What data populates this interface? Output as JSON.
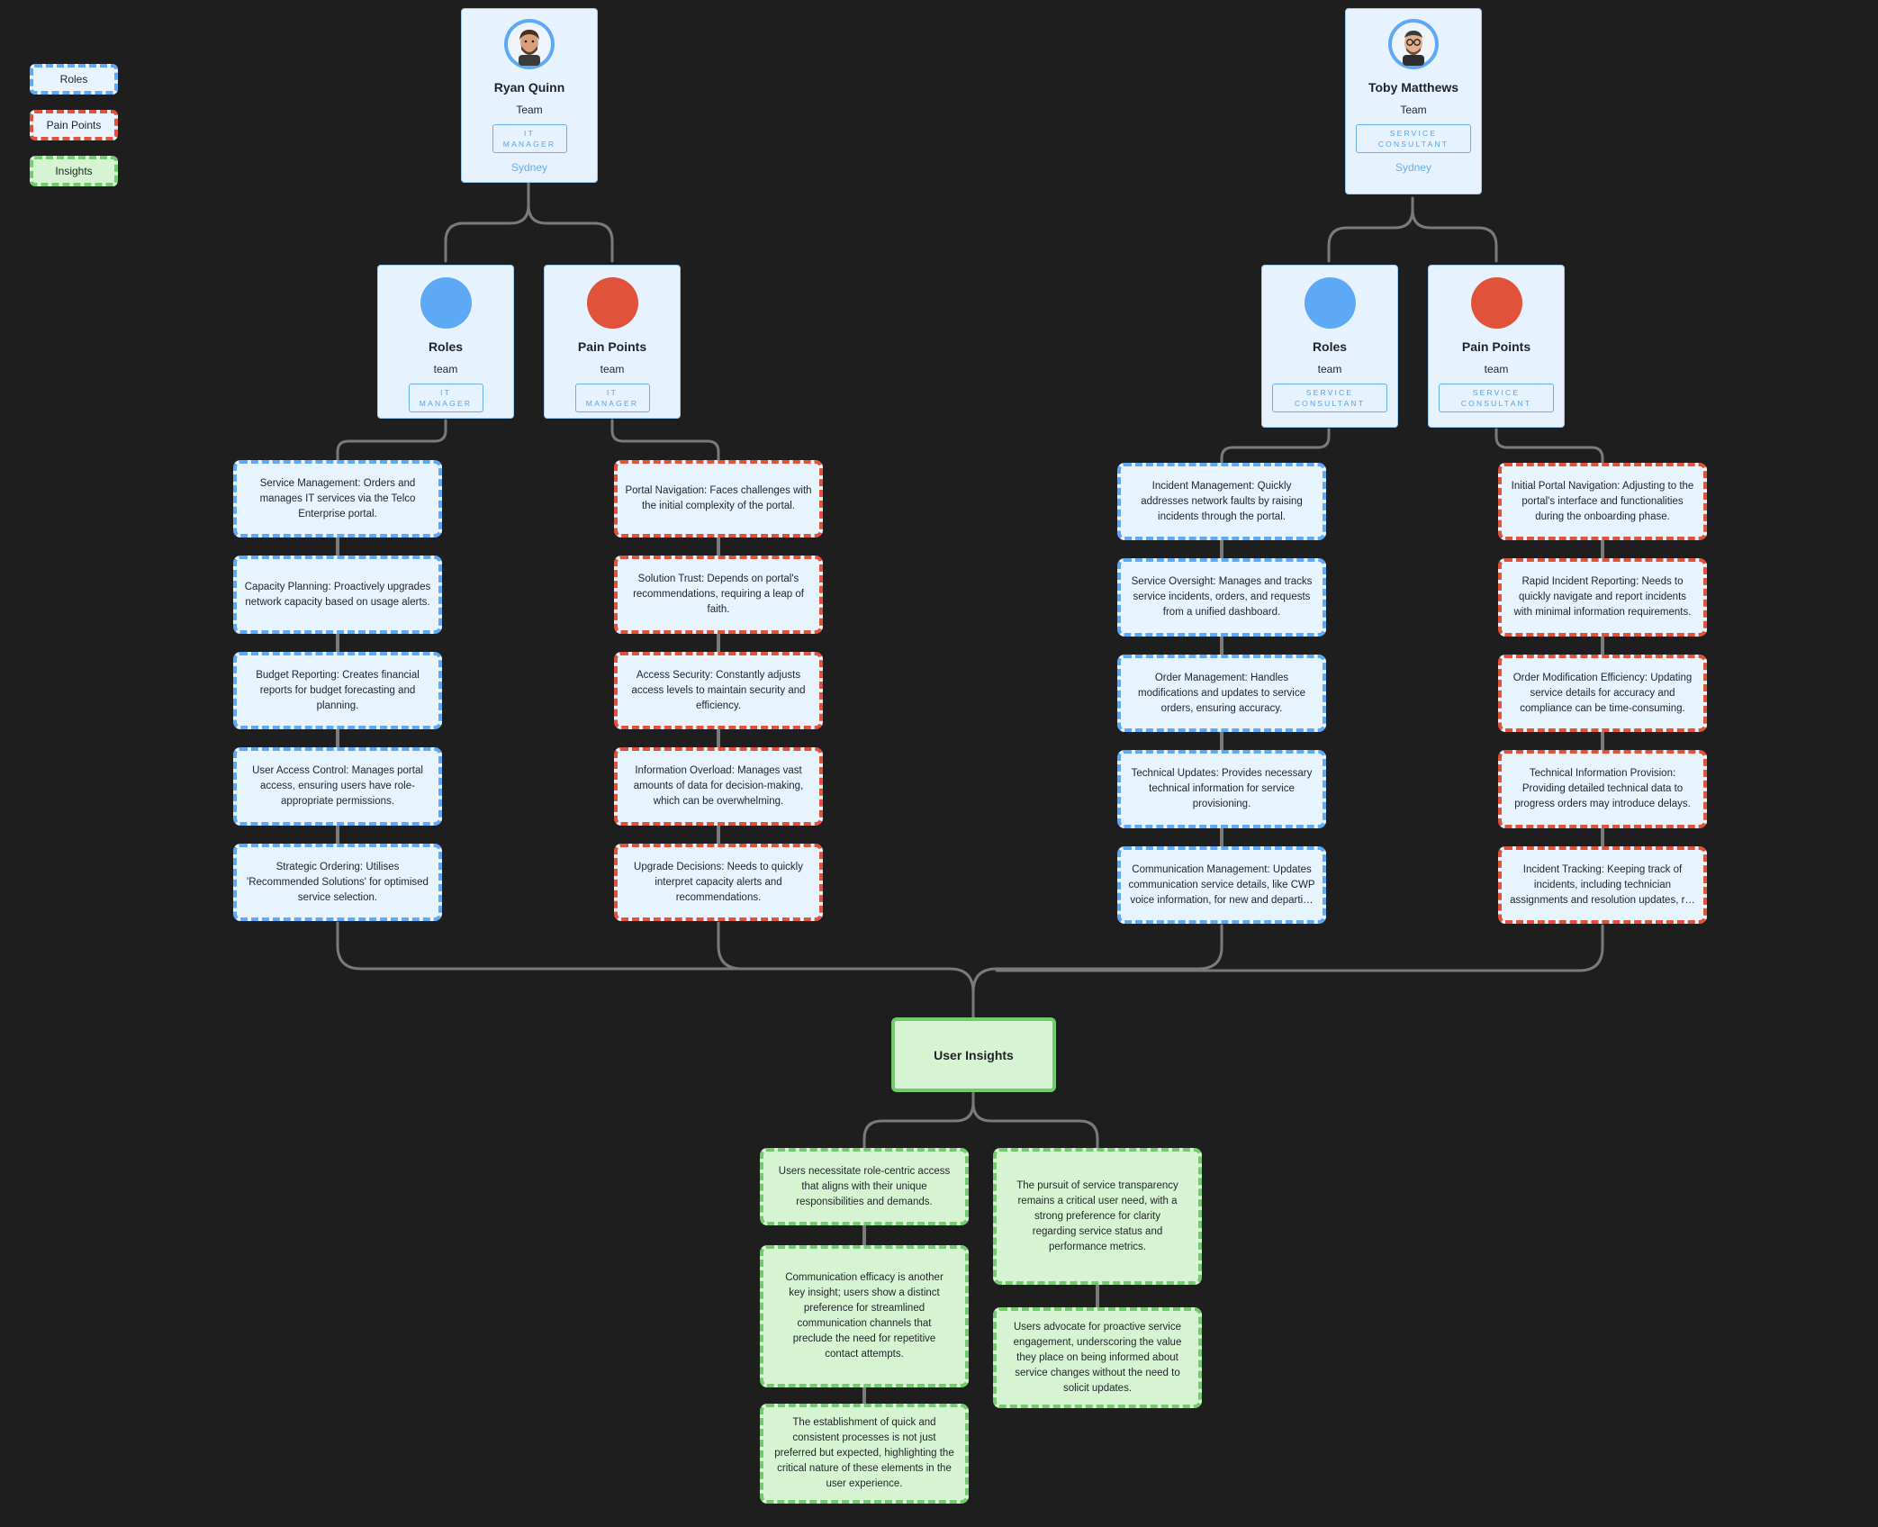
{
  "legend": [
    "Roles",
    "Pain Points",
    "Insights"
  ],
  "people": [
    {
      "name": "Ryan Quinn",
      "team": "Team",
      "role": "IT MANAGER",
      "location": "Sydney",
      "avatar": "person-avatar-icon"
    },
    {
      "name": "Toby Matthews",
      "team": "Team",
      "role": "SERVICE CONSULTANT",
      "location": "Sydney",
      "avatar": "person-glasses-avatar-icon"
    }
  ],
  "groups": [
    {
      "name": "Roles",
      "team": "team",
      "role": "IT MANAGER",
      "color": "#5ea9f6"
    },
    {
      "name": "Pain Points",
      "team": "team",
      "role": "IT MANAGER",
      "color": "#e0533a"
    },
    {
      "name": "Roles",
      "team": "team",
      "role": "SERVICE CONSULTANT",
      "color": "#5ea9f6"
    },
    {
      "name": "Pain Points",
      "team": "team",
      "role": "SERVICE CONSULTANT",
      "color": "#e0533a"
    }
  ],
  "columns": [
    [
      "Service Management: Orders and manages IT services via the Telco Enterprise portal.",
      "Capacity Planning: Proactively upgrades network capacity based on usage alerts.",
      "Budget Reporting: Creates financial reports for budget forecasting and planning.",
      "User Access Control: Manages portal access, ensuring users have role-appropriate permissions.",
      "Strategic Ordering: Utilises 'Recommended Solutions' for optimised service selection."
    ],
    [
      "Portal Navigation: Faces challenges with the initial complexity of the portal.",
      "Solution Trust: Depends on portal's recommendations, requiring a leap of faith.",
      "Access Security: Constantly adjusts access levels to maintain security and efficiency.",
      "Information Overload: Manages vast amounts of data for decision-making, which can be overwhelming.",
      "Upgrade Decisions: Needs to quickly interpret capacity alerts and recommendations."
    ],
    [
      "Incident Management: Quickly addresses network faults by raising incidents through the portal.",
      "Service Oversight: Manages and tracks service incidents, orders, and requests from a unified dashboard.",
      "Order Management: Handles modifications and updates to service orders, ensuring accuracy.",
      "Technical Updates: Provides necessary technical information for service provisioning.",
      "Communication Management: Updates communication service details, like CWP voice information, for new and departi…"
    ],
    [
      "Initial Portal Navigation: Adjusting to the portal's interface and functionalities during the onboarding phase.",
      "Rapid Incident Reporting: Needs to quickly navigate and report incidents with minimal information requirements.",
      "Order Modification Efficiency: Updating service details for accuracy and compliance can be time-consuming.",
      "Technical Information Provision: Providing detailed technical data to progress orders may introduce delays.",
      "Incident Tracking: Keeping track of incidents, including technician assignments and resolution updates, r…"
    ]
  ],
  "hub": "User Insights",
  "insights_left": [
    "Users necessitate role-centric access that aligns with their unique responsibilities and demands.",
    "Communication efficacy is another key insight; users show a distinct preference for streamlined communication channels that preclude the need for repetitive contact attempts.",
    "The establishment of quick and consistent processes is not just preferred but expected, highlighting the critical nature of these elements in the user experience."
  ],
  "insights_right": [
    "The pursuit of service transparency remains a critical user need, with a strong preference for clarity regarding service status and performance metrics.",
    "Users advocate for proactive service engagement, underscoring the value they place on being informed about service changes without the need to solicit updates."
  ],
  "colors": {
    "roles": "#5ea9f6",
    "pain_points": "#e0533a",
    "insights": "#72cc6c",
    "wire": "#7a7a7a",
    "background": "#1e1e1e"
  }
}
